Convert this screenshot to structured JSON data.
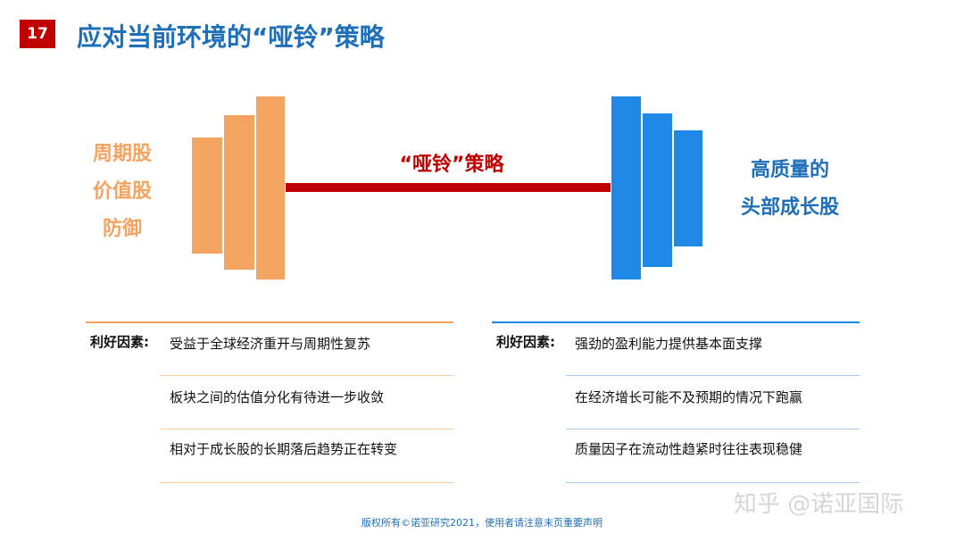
{
  "slide": {
    "number": "17",
    "title": "应对当前环境的“哑铃”策略"
  },
  "left": {
    "labels": [
      "周期股",
      "价值股",
      "防御"
    ],
    "factor_label": "利好因素:",
    "items": [
      "受益于全球经济重开与周期性复苏",
      "板块之间的估值分化有待进一步收敛",
      "相对于成长股的长期落后趋势正在转变"
    ]
  },
  "center": {
    "label": "“哑铃”策略"
  },
  "right": {
    "labels": [
      "高质量的",
      "头部成长股"
    ],
    "factor_label": "利好因素:",
    "items": [
      "强劲的盈利能力提供基本面支撑",
      "在经济增长可能不及预期的情况下跑赢",
      "质量因子在流动性趋紧时往往表现稳健"
    ]
  },
  "footer": "版权所有©诺亚研究2021，使用者请注意末页重要声明",
  "watermark": "知乎 @诺亚国际",
  "colors": {
    "accent_red": "#c00000",
    "orange": "#f4a460",
    "blue": "#1e88e5",
    "title_blue": "#1f6fb8"
  }
}
